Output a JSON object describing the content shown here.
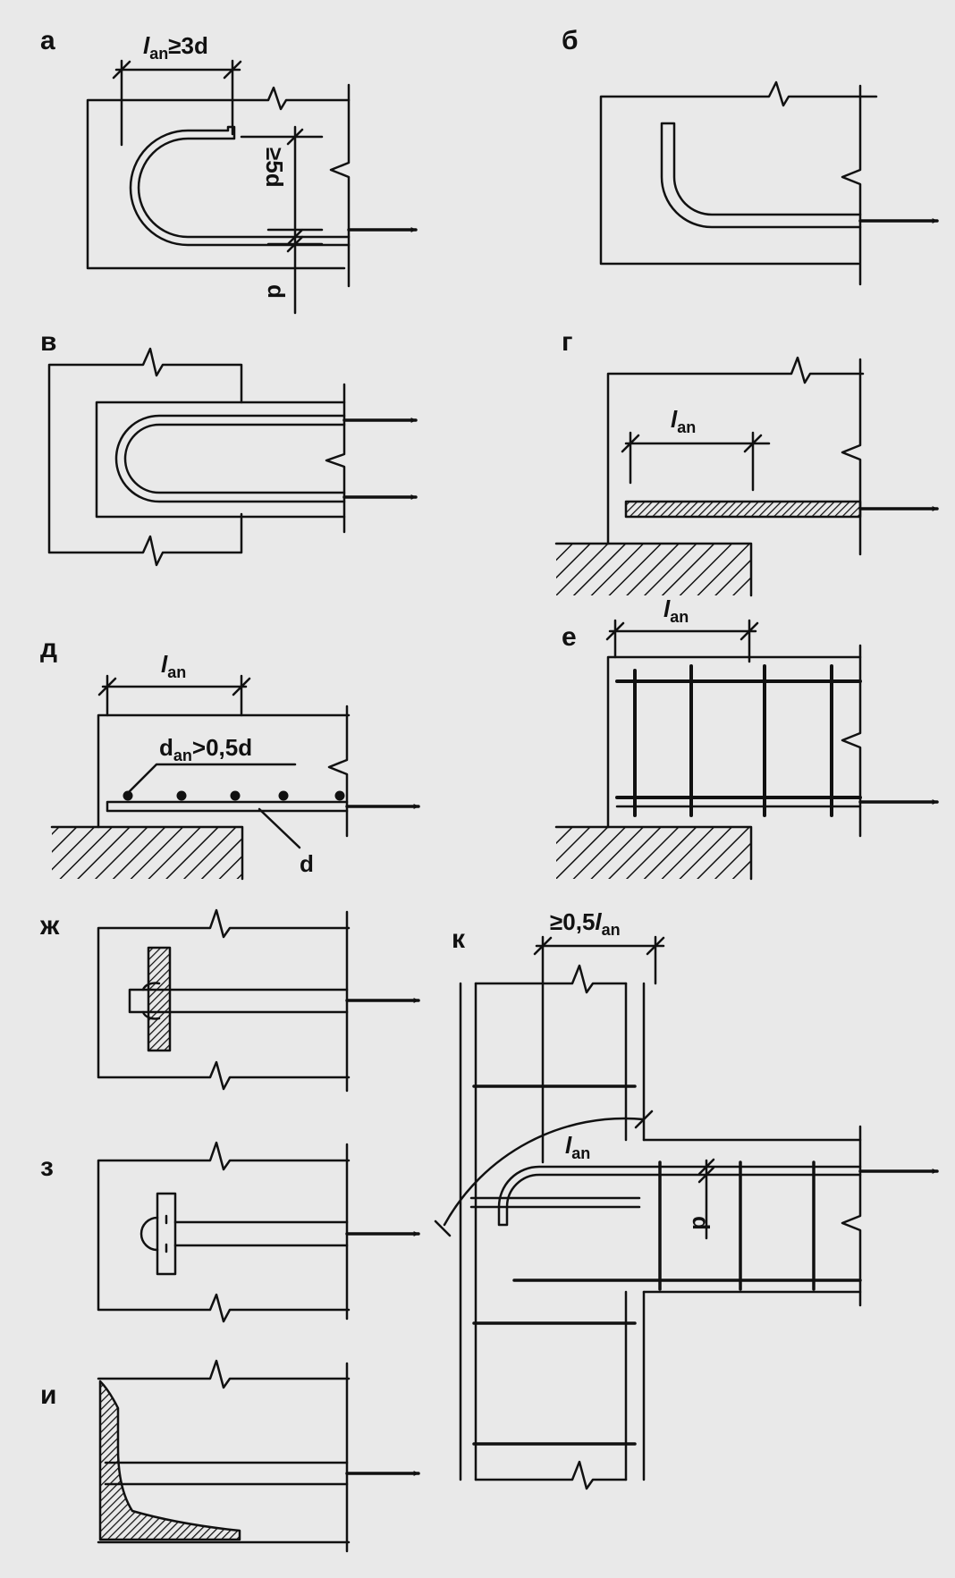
{
  "panels": {
    "a": {
      "letter": "а",
      "dim_horizontal": {
        "symbol": "l",
        "sub": "an",
        "tail": "≥3d"
      },
      "dim_bend": "≥5d",
      "dim_d": "d"
    },
    "b": {
      "letter": "б"
    },
    "v": {
      "letter": "в"
    },
    "g": {
      "letter": "г",
      "dim": {
        "symbol": "l",
        "sub": "an"
      }
    },
    "d": {
      "letter": "д",
      "dim": {
        "symbol": "l",
        "sub": "an"
      },
      "label_dan": {
        "base": "d",
        "sub": "an",
        "tail": ">0,5d"
      },
      "label_d": "d"
    },
    "e": {
      "letter": "е",
      "dim": {
        "symbol": "l",
        "sub": "an"
      }
    },
    "zh": {
      "letter": "ж"
    },
    "z": {
      "letter": "з"
    },
    "i": {
      "letter": "и"
    },
    "k": {
      "letter": "к",
      "dim_top": {
        "head": "≥0,5",
        "symbol": "l",
        "sub": "an"
      },
      "dim_arc": {
        "symbol": "l",
        "sub": "an"
      },
      "dim_d": "d"
    }
  }
}
